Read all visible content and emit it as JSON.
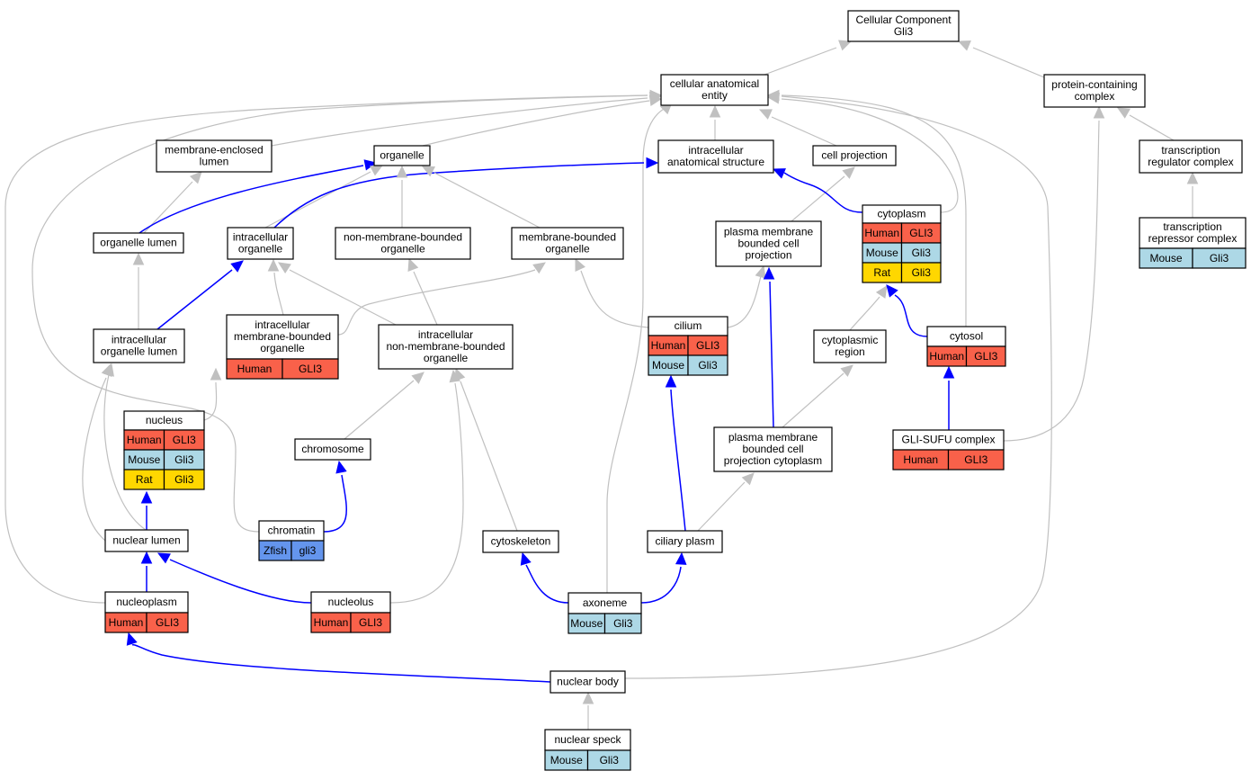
{
  "colors": {
    "isa_edge": "#c0c0c0",
    "partof_edge": "#0000ff",
    "Human": "#f9614a",
    "Mouse": "#add8e6",
    "Rat": "#ffd700",
    "Zfish": "#6495ed"
  },
  "nodes": [
    {
      "id": "cc",
      "lines": [
        "Cellular Component",
        "Gli3"
      ]
    },
    {
      "id": "cae",
      "lines": [
        "cellular anatomical",
        "entity"
      ]
    },
    {
      "id": "pcc",
      "lines": [
        "protein-containing",
        "complex"
      ]
    },
    {
      "id": "mel",
      "lines": [
        "membrane-enclosed",
        "lumen"
      ]
    },
    {
      "id": "org",
      "lines": [
        "organelle"
      ]
    },
    {
      "id": "ias",
      "lines": [
        "intracellular",
        "anatomical structure"
      ]
    },
    {
      "id": "cproj",
      "lines": [
        "cell projection"
      ]
    },
    {
      "id": "trc",
      "lines": [
        "transcription",
        "regulator complex"
      ]
    },
    {
      "id": "ol",
      "lines": [
        "organelle lumen"
      ]
    },
    {
      "id": "io",
      "lines": [
        "intracellular",
        "organelle"
      ]
    },
    {
      "id": "nmbo",
      "lines": [
        "non-membrane-bounded",
        "organelle"
      ]
    },
    {
      "id": "mbo",
      "lines": [
        "membrane-bounded",
        "organelle"
      ]
    },
    {
      "id": "pmbcp",
      "lines": [
        "plasma membrane",
        "bounded cell",
        "projection"
      ]
    },
    {
      "id": "cyto",
      "lines": [
        "cytoplasm"
      ],
      "rows": [
        [
          "Human",
          "GLI3"
        ],
        [
          "Mouse",
          "Gli3"
        ],
        [
          "Rat",
          "Gli3"
        ]
      ]
    },
    {
      "id": "trepc",
      "lines": [
        "transcription",
        "repressor complex"
      ],
      "rows": [
        [
          "Mouse",
          "Gli3"
        ]
      ]
    },
    {
      "id": "iol",
      "lines": [
        "intracellular",
        "organelle lumen"
      ]
    },
    {
      "id": "imbo",
      "lines": [
        "intracellular",
        "membrane-bounded",
        "organelle"
      ],
      "rows": [
        [
          "Human",
          "GLI3"
        ]
      ]
    },
    {
      "id": "inmbo",
      "lines": [
        "intracellular",
        "non-membrane-bounded",
        "organelle"
      ]
    },
    {
      "id": "cilium",
      "lines": [
        "cilium"
      ],
      "rows": [
        [
          "Human",
          "GLI3"
        ],
        [
          "Mouse",
          "Gli3"
        ]
      ]
    },
    {
      "id": "cregion",
      "lines": [
        "cytoplasmic",
        "region"
      ]
    },
    {
      "id": "cytosol",
      "lines": [
        "cytosol"
      ],
      "rows": [
        [
          "Human",
          "GLI3"
        ]
      ]
    },
    {
      "id": "nucleus",
      "lines": [
        "nucleus"
      ],
      "rows": [
        [
          "Human",
          "GLI3"
        ],
        [
          "Mouse",
          "Gli3"
        ],
        [
          "Rat",
          "Gli3"
        ]
      ]
    },
    {
      "id": "chromosome",
      "lines": [
        "chromosome"
      ]
    },
    {
      "id": "pmbcpc",
      "lines": [
        "plasma membrane",
        "bounded cell",
        "projection cytoplasm"
      ]
    },
    {
      "id": "glisufu",
      "lines": [
        "GLI-SUFU complex"
      ],
      "rows": [
        [
          "Human",
          "GLI3"
        ]
      ]
    },
    {
      "id": "chromatin",
      "lines": [
        "chromatin"
      ],
      "rows": [
        [
          "Zfish",
          "gli3"
        ]
      ]
    },
    {
      "id": "nlumen",
      "lines": [
        "nuclear lumen"
      ]
    },
    {
      "id": "cytoskel",
      "lines": [
        "cytoskeleton"
      ]
    },
    {
      "id": "cplasm",
      "lines": [
        "ciliary plasm"
      ]
    },
    {
      "id": "nucleoplasm",
      "lines": [
        "nucleoplasm"
      ],
      "rows": [
        [
          "Human",
          "GLI3"
        ]
      ]
    },
    {
      "id": "nucleolus",
      "lines": [
        "nucleolus"
      ],
      "rows": [
        [
          "Human",
          "GLI3"
        ]
      ]
    },
    {
      "id": "axoneme",
      "lines": [
        "axoneme"
      ],
      "rows": [
        [
          "Mouse",
          "Gli3"
        ]
      ]
    },
    {
      "id": "nbody",
      "lines": [
        "nuclear body"
      ]
    },
    {
      "id": "nspeck",
      "lines": [
        "nuclear speck"
      ],
      "rows": [
        [
          "Mouse",
          "Gli3"
        ]
      ]
    }
  ],
  "edges": [
    {
      "from": "cae",
      "to": "cc",
      "kind": "is_a"
    },
    {
      "from": "pcc",
      "to": "cc",
      "kind": "is_a"
    },
    {
      "from": "mel",
      "to": "cae",
      "kind": "is_a"
    },
    {
      "from": "org",
      "to": "cae",
      "kind": "is_a"
    },
    {
      "from": "ias",
      "to": "cae",
      "kind": "is_a"
    },
    {
      "from": "cproj",
      "to": "cae",
      "kind": "is_a"
    },
    {
      "from": "cyto",
      "to": "cae",
      "kind": "is_a"
    },
    {
      "from": "cytosol",
      "to": "cae",
      "kind": "is_a"
    },
    {
      "from": "nucleoplasm",
      "to": "cae",
      "kind": "is_a"
    },
    {
      "from": "chromatin",
      "to": "cae",
      "kind": "is_a"
    },
    {
      "from": "axoneme",
      "to": "cae",
      "kind": "is_a"
    },
    {
      "from": "nbody",
      "to": "cae",
      "kind": "is_a"
    },
    {
      "from": "nlumen",
      "to": "cae",
      "kind": "is_a"
    },
    {
      "from": "trc",
      "to": "pcc",
      "kind": "is_a"
    },
    {
      "from": "trepc",
      "to": "trc",
      "kind": "is_a"
    },
    {
      "from": "glisufu",
      "to": "pcc",
      "kind": "is_a"
    },
    {
      "from": "ol",
      "to": "mel",
      "kind": "is_a"
    },
    {
      "from": "ol",
      "to": "org",
      "kind": "part_of"
    },
    {
      "from": "io",
      "to": "org",
      "kind": "is_a"
    },
    {
      "from": "io",
      "to": "ias",
      "kind": "part_of"
    },
    {
      "from": "nmbo",
      "to": "org",
      "kind": "is_a"
    },
    {
      "from": "mbo",
      "to": "org",
      "kind": "is_a"
    },
    {
      "from": "pmbcp",
      "to": "cproj",
      "kind": "is_a"
    },
    {
      "from": "cyto",
      "to": "ias",
      "kind": "part_of"
    },
    {
      "from": "iol",
      "to": "ol",
      "kind": "is_a"
    },
    {
      "from": "iol",
      "to": "io",
      "kind": "part_of"
    },
    {
      "from": "imbo",
      "to": "io",
      "kind": "is_a"
    },
    {
      "from": "imbo",
      "to": "mbo",
      "kind": "is_a"
    },
    {
      "from": "inmbo",
      "to": "io",
      "kind": "is_a"
    },
    {
      "from": "inmbo",
      "to": "nmbo",
      "kind": "is_a"
    },
    {
      "from": "cilium",
      "to": "mbo",
      "kind": "is_a"
    },
    {
      "from": "cilium",
      "to": "pmbcp",
      "kind": "is_a"
    },
    {
      "from": "cregion",
      "to": "cyto",
      "kind": "is_a"
    },
    {
      "from": "cytosol",
      "to": "cyto",
      "kind": "part_of"
    },
    {
      "from": "nucleus",
      "to": "imbo",
      "kind": "is_a"
    },
    {
      "from": "chromosome",
      "to": "inmbo",
      "kind": "is_a"
    },
    {
      "from": "pmbcpc",
      "to": "cregion",
      "kind": "is_a"
    },
    {
      "from": "pmbcpc",
      "to": "pmbcp",
      "kind": "part_of"
    },
    {
      "from": "glisufu",
      "to": "cytosol",
      "kind": "part_of"
    },
    {
      "from": "chromatin",
      "to": "chromosome",
      "kind": "part_of"
    },
    {
      "from": "nlumen",
      "to": "iol",
      "kind": "is_a"
    },
    {
      "from": "nlumen",
      "to": "nucleus",
      "kind": "part_of"
    },
    {
      "from": "cytoskel",
      "to": "inmbo",
      "kind": "is_a"
    },
    {
      "from": "cplasm",
      "to": "pmbcpc",
      "kind": "is_a"
    },
    {
      "from": "cplasm",
      "to": "cilium",
      "kind": "part_of"
    },
    {
      "from": "nucleoplasm",
      "to": "nlumen",
      "kind": "part_of"
    },
    {
      "from": "nucleolus",
      "to": "nlumen",
      "kind": "part_of"
    },
    {
      "from": "nucleolus",
      "to": "inmbo",
      "kind": "is_a"
    },
    {
      "from": "axoneme",
      "to": "cytoskel",
      "kind": "part_of"
    },
    {
      "from": "axoneme",
      "to": "cplasm",
      "kind": "part_of"
    },
    {
      "from": "nbody",
      "to": "nucleoplasm",
      "kind": "part_of"
    },
    {
      "from": "nspeck",
      "to": "nbody",
      "kind": "is_a"
    }
  ]
}
